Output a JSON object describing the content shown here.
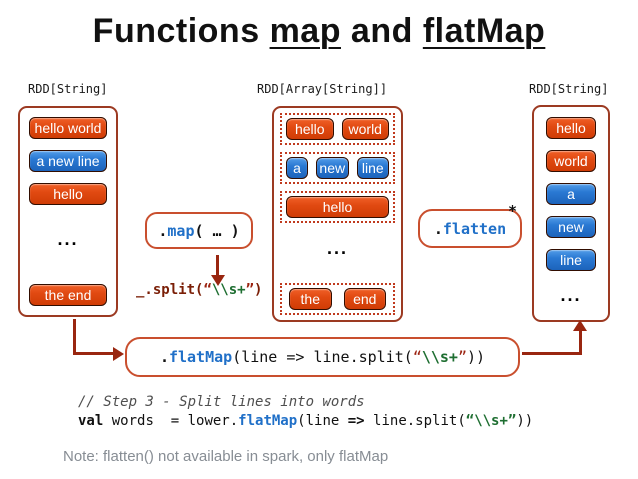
{
  "title": {
    "prefix": "Functions ",
    "map_word": "map",
    "conjunction": " and ",
    "flatmap_word": "flatMap"
  },
  "headers": {
    "left": "RDD[String]",
    "middle": "RDD[Array[String]]",
    "right": "RDD[String]"
  },
  "left_column": {
    "boxes": [
      {
        "label": "hello world",
        "color": "red"
      },
      {
        "label": "a new line",
        "color": "blue"
      },
      {
        "label": "hello",
        "color": "red"
      }
    ],
    "ellipsis": "...",
    "last_box": {
      "label": "the end",
      "color": "red"
    }
  },
  "middle_column": {
    "row1": [
      "hello",
      "world"
    ],
    "row2": [
      "a",
      "new",
      "line"
    ],
    "row3": [
      "hello"
    ],
    "ellipsis": "...",
    "row4": [
      "the",
      "end"
    ]
  },
  "right_column": {
    "boxes": [
      {
        "label": "hello",
        "color": "red"
      },
      {
        "label": "world",
        "color": "red"
      },
      {
        "label": "a",
        "color": "blue"
      },
      {
        "label": "new",
        "color": "blue"
      },
      {
        "label": "line",
        "color": "blue"
      }
    ],
    "ellipsis": "..."
  },
  "operators": {
    "map": {
      "dot": ".",
      "name": "map",
      "args": "( … )"
    },
    "split_label": {
      "prefix": "_.split(",
      "open_quote": "“",
      "regex": "\\\\s+",
      "close_quote": "”",
      "suffix": ")"
    },
    "flatten": {
      "dot": ".",
      "name": "flatten",
      "asterisk": "*"
    },
    "flatmap": {
      "dot": ".",
      "name": "flatMap",
      "args_before": "(line => line.split(",
      "open_quote": "“",
      "regex": "\\\\s+",
      "close_quote": "”",
      "args_after": "))"
    }
  },
  "code": {
    "comment": "// Step 3 - Split lines into words",
    "statement": {
      "keyword": "val",
      "lhs": " words  = lower.",
      "func": "flatMap",
      "args_before": "(line ",
      "fat_arrow": "=>",
      "args_mid": " line.split(",
      "string": "“\\\\s+”",
      "args_after": "))"
    }
  },
  "note": "Note: flatten() not available in spark, only flatMap",
  "colors": {
    "red_box": "#DD4513",
    "blue_box": "#2575D0",
    "container_border": "#9C3A22",
    "operator_border": "#C94F2E",
    "arrow": "#992610",
    "keyword_blue": "#2070C8",
    "regex_green": "#1E6E31",
    "string_red": "#9B2210"
  }
}
